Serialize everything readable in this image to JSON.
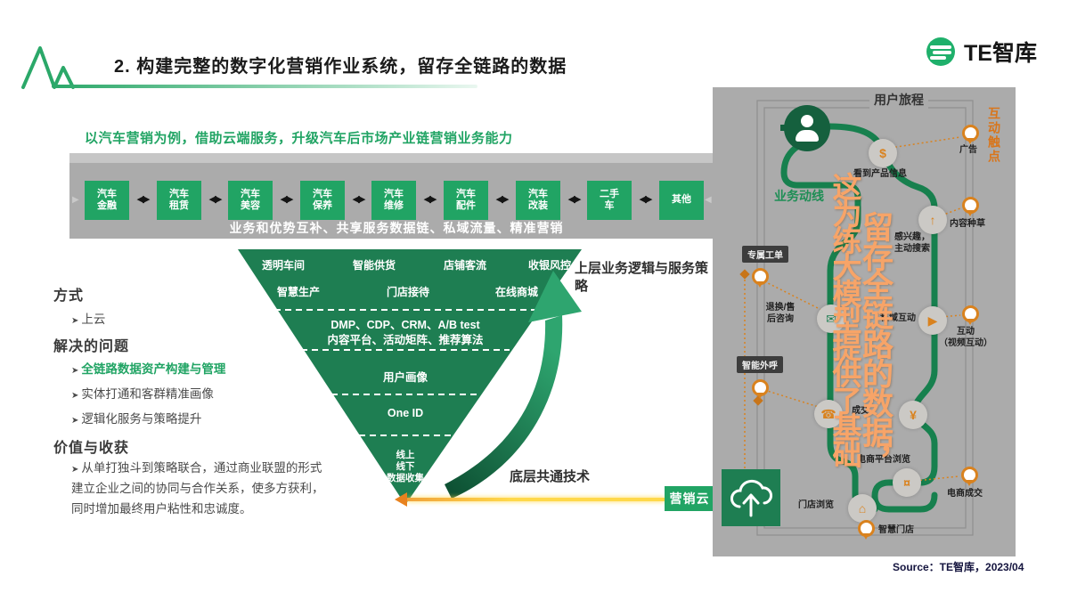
{
  "title": "2. 构建完整的数字化营销作业系统，留存全链路的数据",
  "logo": {
    "text": "TE智库"
  },
  "subtitle": "以汽车营销为例，借助云端服务，升级汽车后市场产业链营销业务能力",
  "chain": {
    "boxes": [
      {
        "l1": "汽车",
        "l2": "金融"
      },
      {
        "l1": "汽车",
        "l2": "租赁"
      },
      {
        "l1": "汽车",
        "l2": "美容"
      },
      {
        "l1": "汽车",
        "l2": "保养"
      },
      {
        "l1": "汽车",
        "l2": "维修"
      },
      {
        "l1": "汽车",
        "l2": "配件"
      },
      {
        "l1": "汽车",
        "l2": "改装"
      },
      {
        "l1": "二手",
        "l2": "车"
      },
      {
        "l1": "其他",
        "l2": ""
      }
    ],
    "arrow": "◀▶",
    "edge_left": "▶",
    "edge_right": "◀",
    "caption": "业务和优势互补、共享服务数据链、私域流量、精准营销"
  },
  "left_panel": {
    "bullet": "➤",
    "h1": "方式",
    "i1": "上云",
    "h2": "解决的问题",
    "i2": "全链路数据资产构建与管理",
    "i3": "实体打通和客群精准画像",
    "i4": "逻辑化服务与策略提升",
    "h3": "价值与收获",
    "i5": "从单打独斗到策略联合，通过商业联盟的形式建立企业之间的协同与合作关系，使多方获利，同时增加最终用户粘性和忠诚度。"
  },
  "pyramid": {
    "r1": [
      "透明车间",
      "智能供货",
      "店铺客流",
      "收银风控"
    ],
    "r2": [
      "智慧生产",
      "门店接待",
      "在线商城"
    ],
    "r3a": "DMP、CDP、CRM、A/B test",
    "r3b": "内容平台、活动矩阵、推荐算法",
    "r4": "用户画像",
    "r5": "One ID",
    "r6": [
      "线上",
      "线下",
      "数据收集"
    ],
    "label_top": "上层业务逻辑与服务策略",
    "label_bottom": "底层共通技术"
  },
  "connector": {
    "label": "营销云"
  },
  "journey": {
    "header": "用户旅程",
    "touchpoints": "互动触点",
    "flow": "业务动线",
    "steps": {
      "s1": "看到产品信息",
      "s2a": "感兴趣，",
      "s2b": "主动搜索",
      "s3": "私域互动",
      "s4a": "退换/售",
      "s4b": "后咨询",
      "s5": "成交",
      "s6": "电商平台浏览",
      "s7": "门店浏览"
    },
    "pins": {
      "p1": "广告",
      "p2": "内容种草",
      "p3a": "互动",
      "p3b": "（视频互动）",
      "p4": "电商成交",
      "p5": "智慧门店"
    },
    "boxes": {
      "b1": "专属工单",
      "b2": "智能外呼"
    },
    "icons": {
      "n1": "$",
      "n2": "↑",
      "n3": "▶",
      "n4": "✉",
      "n5": "☎",
      "n6": "¥",
      "n7": "¤",
      "n8": "⌂"
    },
    "overlay_left": "这为练大模型提供了基础",
    "overlay_right": "留存全链路的数据，"
  },
  "source": "Source：TE智库，2023/04",
  "colors": {
    "green": "#21A464",
    "dark_green": "#1E7E52",
    "path_green": "#17804E",
    "orange": "#D9821E",
    "overlay_orange": "#F7A468",
    "yellow": "#F7C843",
    "panel_gray": "#ABABAB"
  }
}
